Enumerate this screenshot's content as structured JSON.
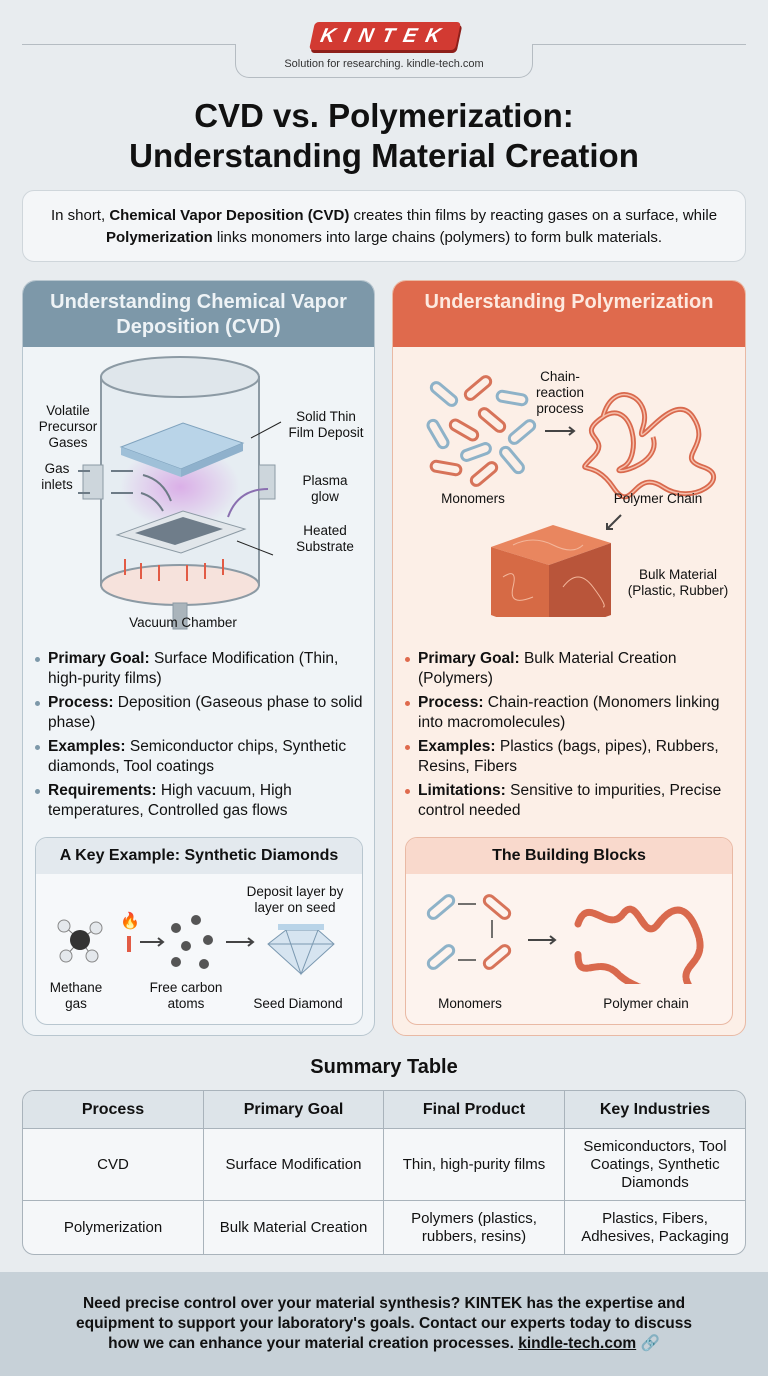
{
  "header": {
    "logo": "KINTEK",
    "tagline": "Solution for researching. kindle-tech.com",
    "title_line1": "CVD vs. Polymerization:",
    "title_line2": "Understanding Material Creation"
  },
  "intro": {
    "p1": "In short, ",
    "b1": "Chemical Vapor Deposition (CVD)",
    "p2": " creates thin films by reacting gases on a surface, while ",
    "b2": "Polymerization",
    "p3": " links monomers into large chains (polymers) to form bulk materials."
  },
  "cvd": {
    "title": "Understanding Chemical Vapor Deposition (CVD)",
    "accent": "#7d98a9",
    "diagram": {
      "gases": "Volatile Precursor Gases",
      "inlets": "Gas inlets",
      "film": "Solid Thin Film Deposit",
      "plasma": "Plasma glow",
      "substrate": "Heated Substrate",
      "chamber": "Vacuum Chamber"
    },
    "bullets": [
      {
        "k": "Primary Goal:",
        "v": " Surface Modification (Thin, high-purity films)"
      },
      {
        "k": "Process:",
        "v": " Deposition (Gaseous phase to solid phase)"
      },
      {
        "k": "Examples:",
        "v": " Semiconductor chips, Synthetic diamonds, Tool coatings"
      },
      {
        "k": "Requirements:",
        "v": " High vacuum, High temperatures, Controlled gas flows"
      }
    ],
    "example": {
      "title": "A Key Example: Synthetic Diamonds",
      "methane": "Methane gas",
      "carbon": "Free carbon atoms",
      "deposit": "Deposit layer by layer on seed",
      "seed": "Seed Diamond"
    }
  },
  "polymer": {
    "title": "Understanding Polymerization",
    "accent": "#df6a4d",
    "diagram": {
      "process": "Chain-reaction process",
      "monomers": "Monomers",
      "chain": "Polymer Chain",
      "bulk": "Bulk Material (Plastic, Rubber)"
    },
    "bullets": [
      {
        "k": "Primary Goal:",
        "v": " Bulk Material Creation (Polymers)"
      },
      {
        "k": "Process:",
        "v": " Chain-reaction (Monomers linking into macromolecules)"
      },
      {
        "k": "Examples:",
        "v": " Plastics (bags, pipes), Rubbers, Resins, Fibers"
      },
      {
        "k": "Limitations:",
        "v": " Sensitive to impurities, Precise control needed"
      }
    ],
    "blocks": {
      "title": "The Building Blocks",
      "monomers": "Monomers",
      "chain": "Polymer chain"
    }
  },
  "summary": {
    "title": "Summary Table",
    "headers": [
      "Process",
      "Primary Goal",
      "Final Product",
      "Key Industries"
    ],
    "rows": [
      [
        "CVD",
        "Surface Modification",
        "Thin, high-purity films",
        "Semiconductors, Tool Coatings, Synthetic Diamonds"
      ],
      [
        "Polymerization",
        "Bulk Material Creation",
        "Polymers (plastics, rubbers, resins)",
        "Plastics, Fibers, Adhesives, Packaging"
      ]
    ]
  },
  "footer": {
    "text": "Need precise control over your material synthesis? KINTEK has the expertise and equipment to support your laboratory's goals. Contact our experts today to discuss how we can enhance your material creation processes. ",
    "link": "kindle-tech.com"
  }
}
